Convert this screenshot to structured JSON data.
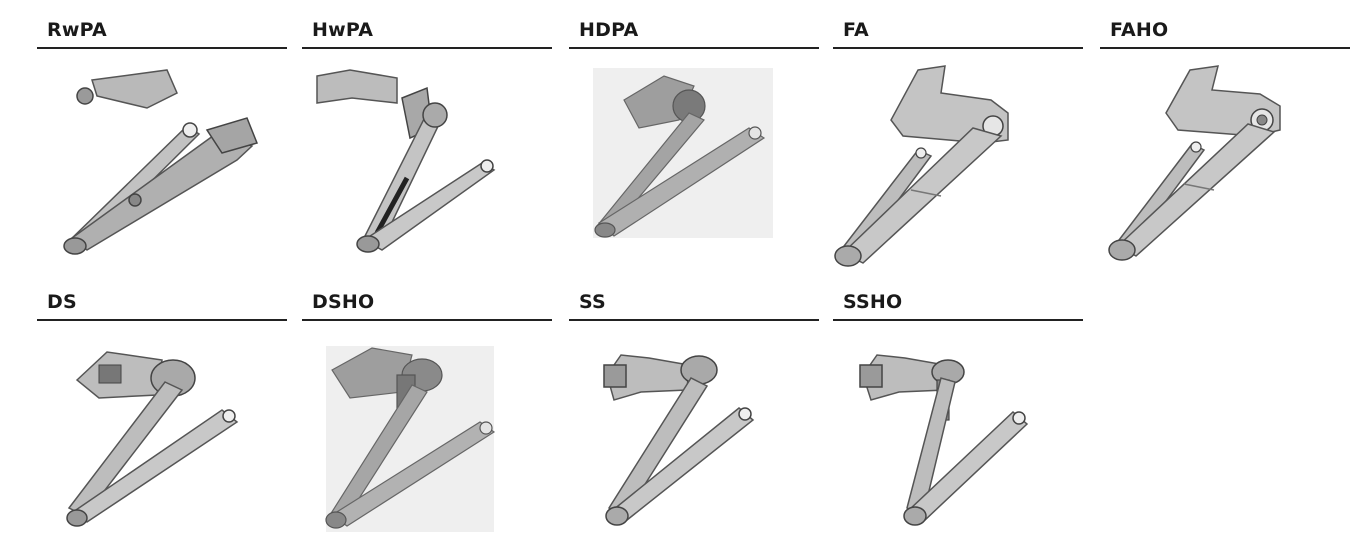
{
  "products": [
    {
      "code": "RwPA",
      "icon": "regular-arm-parallel-bracket-icon"
    },
    {
      "code": "HwPA",
      "icon": "heavy-arm-parallel-bracket-icon"
    },
    {
      "code": "HDPA",
      "icon": "heavy-duty-parallel-arm-icon"
    },
    {
      "code": "FA",
      "icon": "fixed-arm-icon"
    },
    {
      "code": "FAHO",
      "icon": "fixed-arm-hold-open-icon"
    },
    {
      "code": "DS",
      "icon": "door-stop-arm-icon"
    },
    {
      "code": "DSHO",
      "icon": "door-stop-hold-open-icon"
    },
    {
      "code": "SS",
      "icon": "spring-stop-arm-icon"
    },
    {
      "code": "SSHO",
      "icon": "spring-stop-hold-open-icon"
    }
  ],
  "colors": {
    "label": "#1a1a1a",
    "rule": "#222222",
    "metal": "#b9b9b9",
    "metal_dark": "#6f6f6f"
  }
}
